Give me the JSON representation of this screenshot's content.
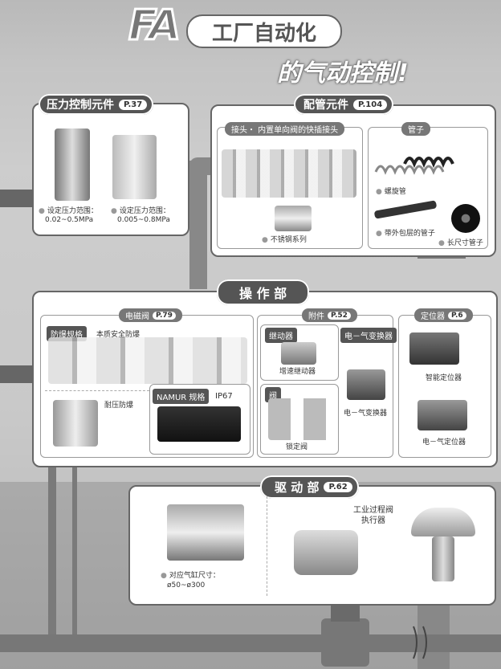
{
  "header": {
    "logo": "FA",
    "line1": "工厂自动化",
    "line2": "的气动控制!"
  },
  "pressure": {
    "title": "压力控制元件",
    "page": "P.37",
    "item1_l1": "设定压力范围：",
    "item1_l2": "0.02~0.5MPa",
    "item2_l1": "设定压力范围：",
    "item2_l2": "0.005~0.8MPa"
  },
  "piping": {
    "title": "配管元件",
    "page": "P.104",
    "fittings": {
      "label": "接头・ 内置单向阀的快插接头",
      "stainless": "不锈钢系列"
    },
    "tubes": {
      "label": "管子",
      "coil": "螺旋管",
      "sheathed": "带外包层的管子",
      "long": "长尺寸管子"
    }
  },
  "operation": {
    "title": "操 作 部",
    "solenoid": {
      "label": "电磁阀",
      "page": "P.79",
      "explosion": "防爆规格",
      "intrinsic": "本质安全防爆",
      "pressure_resist": "耐压防爆",
      "namur": "NAMUR 规格",
      "ip": "IP67"
    },
    "accessory": {
      "label": "附件",
      "page": "P.52",
      "relay": "继动器",
      "booster": "增速继动器",
      "valve": "阀",
      "lock": "锁定阀",
      "ep_conv": "电－气变换器",
      "ep_conv_item": "电－气变换器"
    },
    "positioner": {
      "label": "定位器",
      "page": "P.6",
      "smart": "智能定位器",
      "ep": "电－气定位器"
    }
  },
  "drive": {
    "title": "驱 动 部",
    "page": "P.62",
    "actuator_l1": "工业过程阀",
    "actuator_l2": "执行器",
    "cyl_l1": "对应气缸尺寸：",
    "cyl_l2": "ø50~ø300"
  }
}
